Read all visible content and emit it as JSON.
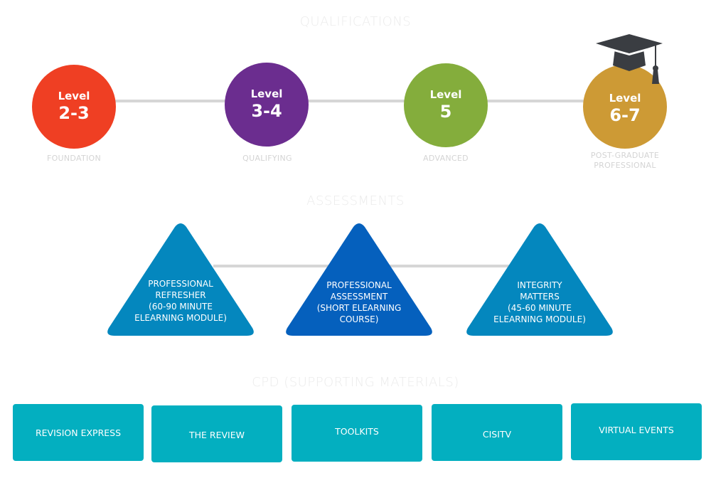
{
  "sections": {
    "qualifications": "QUALIFICATIONS",
    "assessments": "ASSESSMENTS",
    "cpd": "CPD (SUPPORTING MATERIALS)"
  },
  "levels": [
    {
      "level_word": "Level",
      "number": "2-3",
      "label": "FOUNDATION",
      "color": "#ef3f23"
    },
    {
      "level_word": "Level",
      "number": "3-4",
      "label": "QUALIFYING",
      "color": "#6b2d8f"
    },
    {
      "level_word": "Level",
      "number": "5",
      "label": "ADVANCED",
      "color": "#84ad3c"
    },
    {
      "level_word": "Level",
      "number": "6-7",
      "label_line1": "POST-GRADUATE",
      "label_line2": "PROFESSIONAL",
      "color": "#cd9a35",
      "icon": "graduation-cap-icon"
    }
  ],
  "assessments": [
    {
      "lines": [
        "PROFESSIONAL",
        "REFRESHER",
        "(60-90 MINUTE",
        "ELEARNING MODULE)"
      ],
      "color": "#0487be"
    },
    {
      "lines": [
        "PROFESSIONAL",
        "ASSESSMENT",
        "(SHORT ELEARNING",
        "COURSE)"
      ],
      "color": "#0560bd"
    },
    {
      "lines": [
        "INTEGRITY",
        "MATTERS",
        "(45-60 MINUTE",
        "ELEARNING MODULE)"
      ],
      "color": "#0487be"
    }
  ],
  "cpd": [
    {
      "label": "REVISION EXPRESS"
    },
    {
      "label": "THE REVIEW"
    },
    {
      "label": "TOOLKITS"
    },
    {
      "label": "CISITV"
    },
    {
      "label": "VIRTUAL EVENTS"
    }
  ],
  "colors": {
    "cpd_box": "#03afc0",
    "connector": "#d6d6d6",
    "cap": "#3a3d42"
  }
}
